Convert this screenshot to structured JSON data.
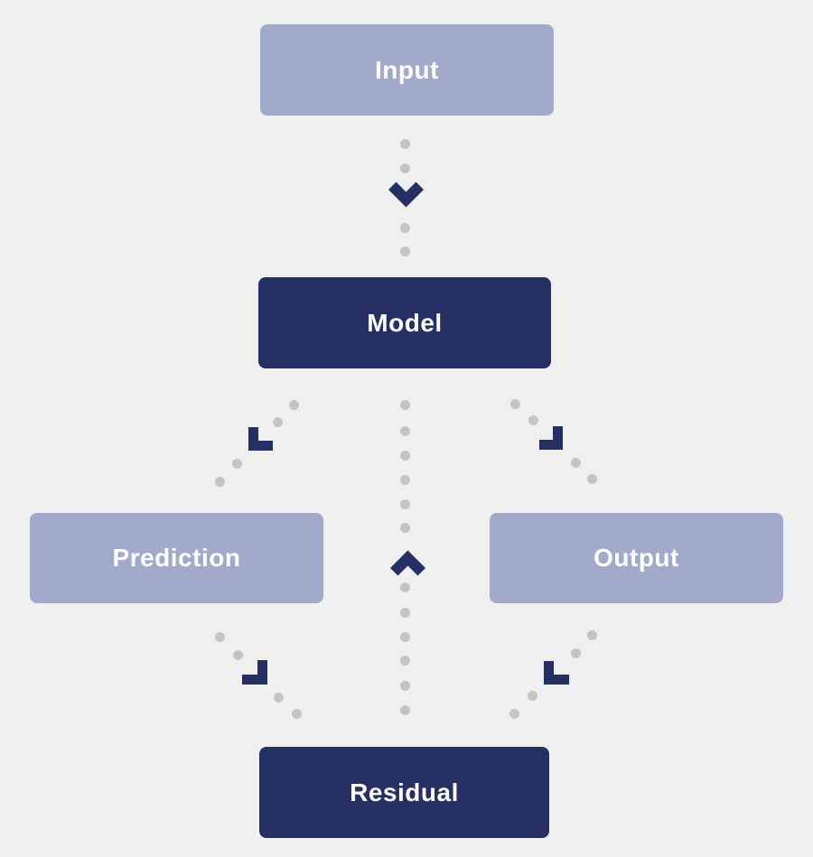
{
  "diagram": {
    "nodes": [
      {
        "id": "input",
        "label": "Input",
        "variant": "light"
      },
      {
        "id": "model",
        "label": "Model",
        "variant": "dark"
      },
      {
        "id": "prediction",
        "label": "Prediction",
        "variant": "light"
      },
      {
        "id": "output",
        "label": "Output",
        "variant": "light"
      },
      {
        "id": "residual",
        "label": "Residual",
        "variant": "dark"
      }
    ],
    "edges": [
      {
        "from": "input",
        "to": "model",
        "style": "dotted",
        "marker": "chevron-down"
      },
      {
        "from": "model",
        "to": "prediction",
        "style": "dotted",
        "marker": "elbow-corner"
      },
      {
        "from": "model",
        "to": "output",
        "style": "dotted",
        "marker": "elbow-corner"
      },
      {
        "from": "residual",
        "to": "model",
        "style": "dotted",
        "marker": "chevron-up"
      },
      {
        "from": "prediction",
        "to": "residual",
        "style": "dotted",
        "marker": "elbow-corner"
      },
      {
        "from": "output",
        "to": "residual",
        "style": "dotted",
        "marker": "elbow-corner"
      }
    ],
    "colors": {
      "background": "#F0EFEF",
      "node_light": "#A2AACB",
      "node_dark": "#252F63",
      "connector_dot": "#C4C4C4",
      "marker": "#252F63",
      "label_text": "#FFFFFF"
    }
  }
}
